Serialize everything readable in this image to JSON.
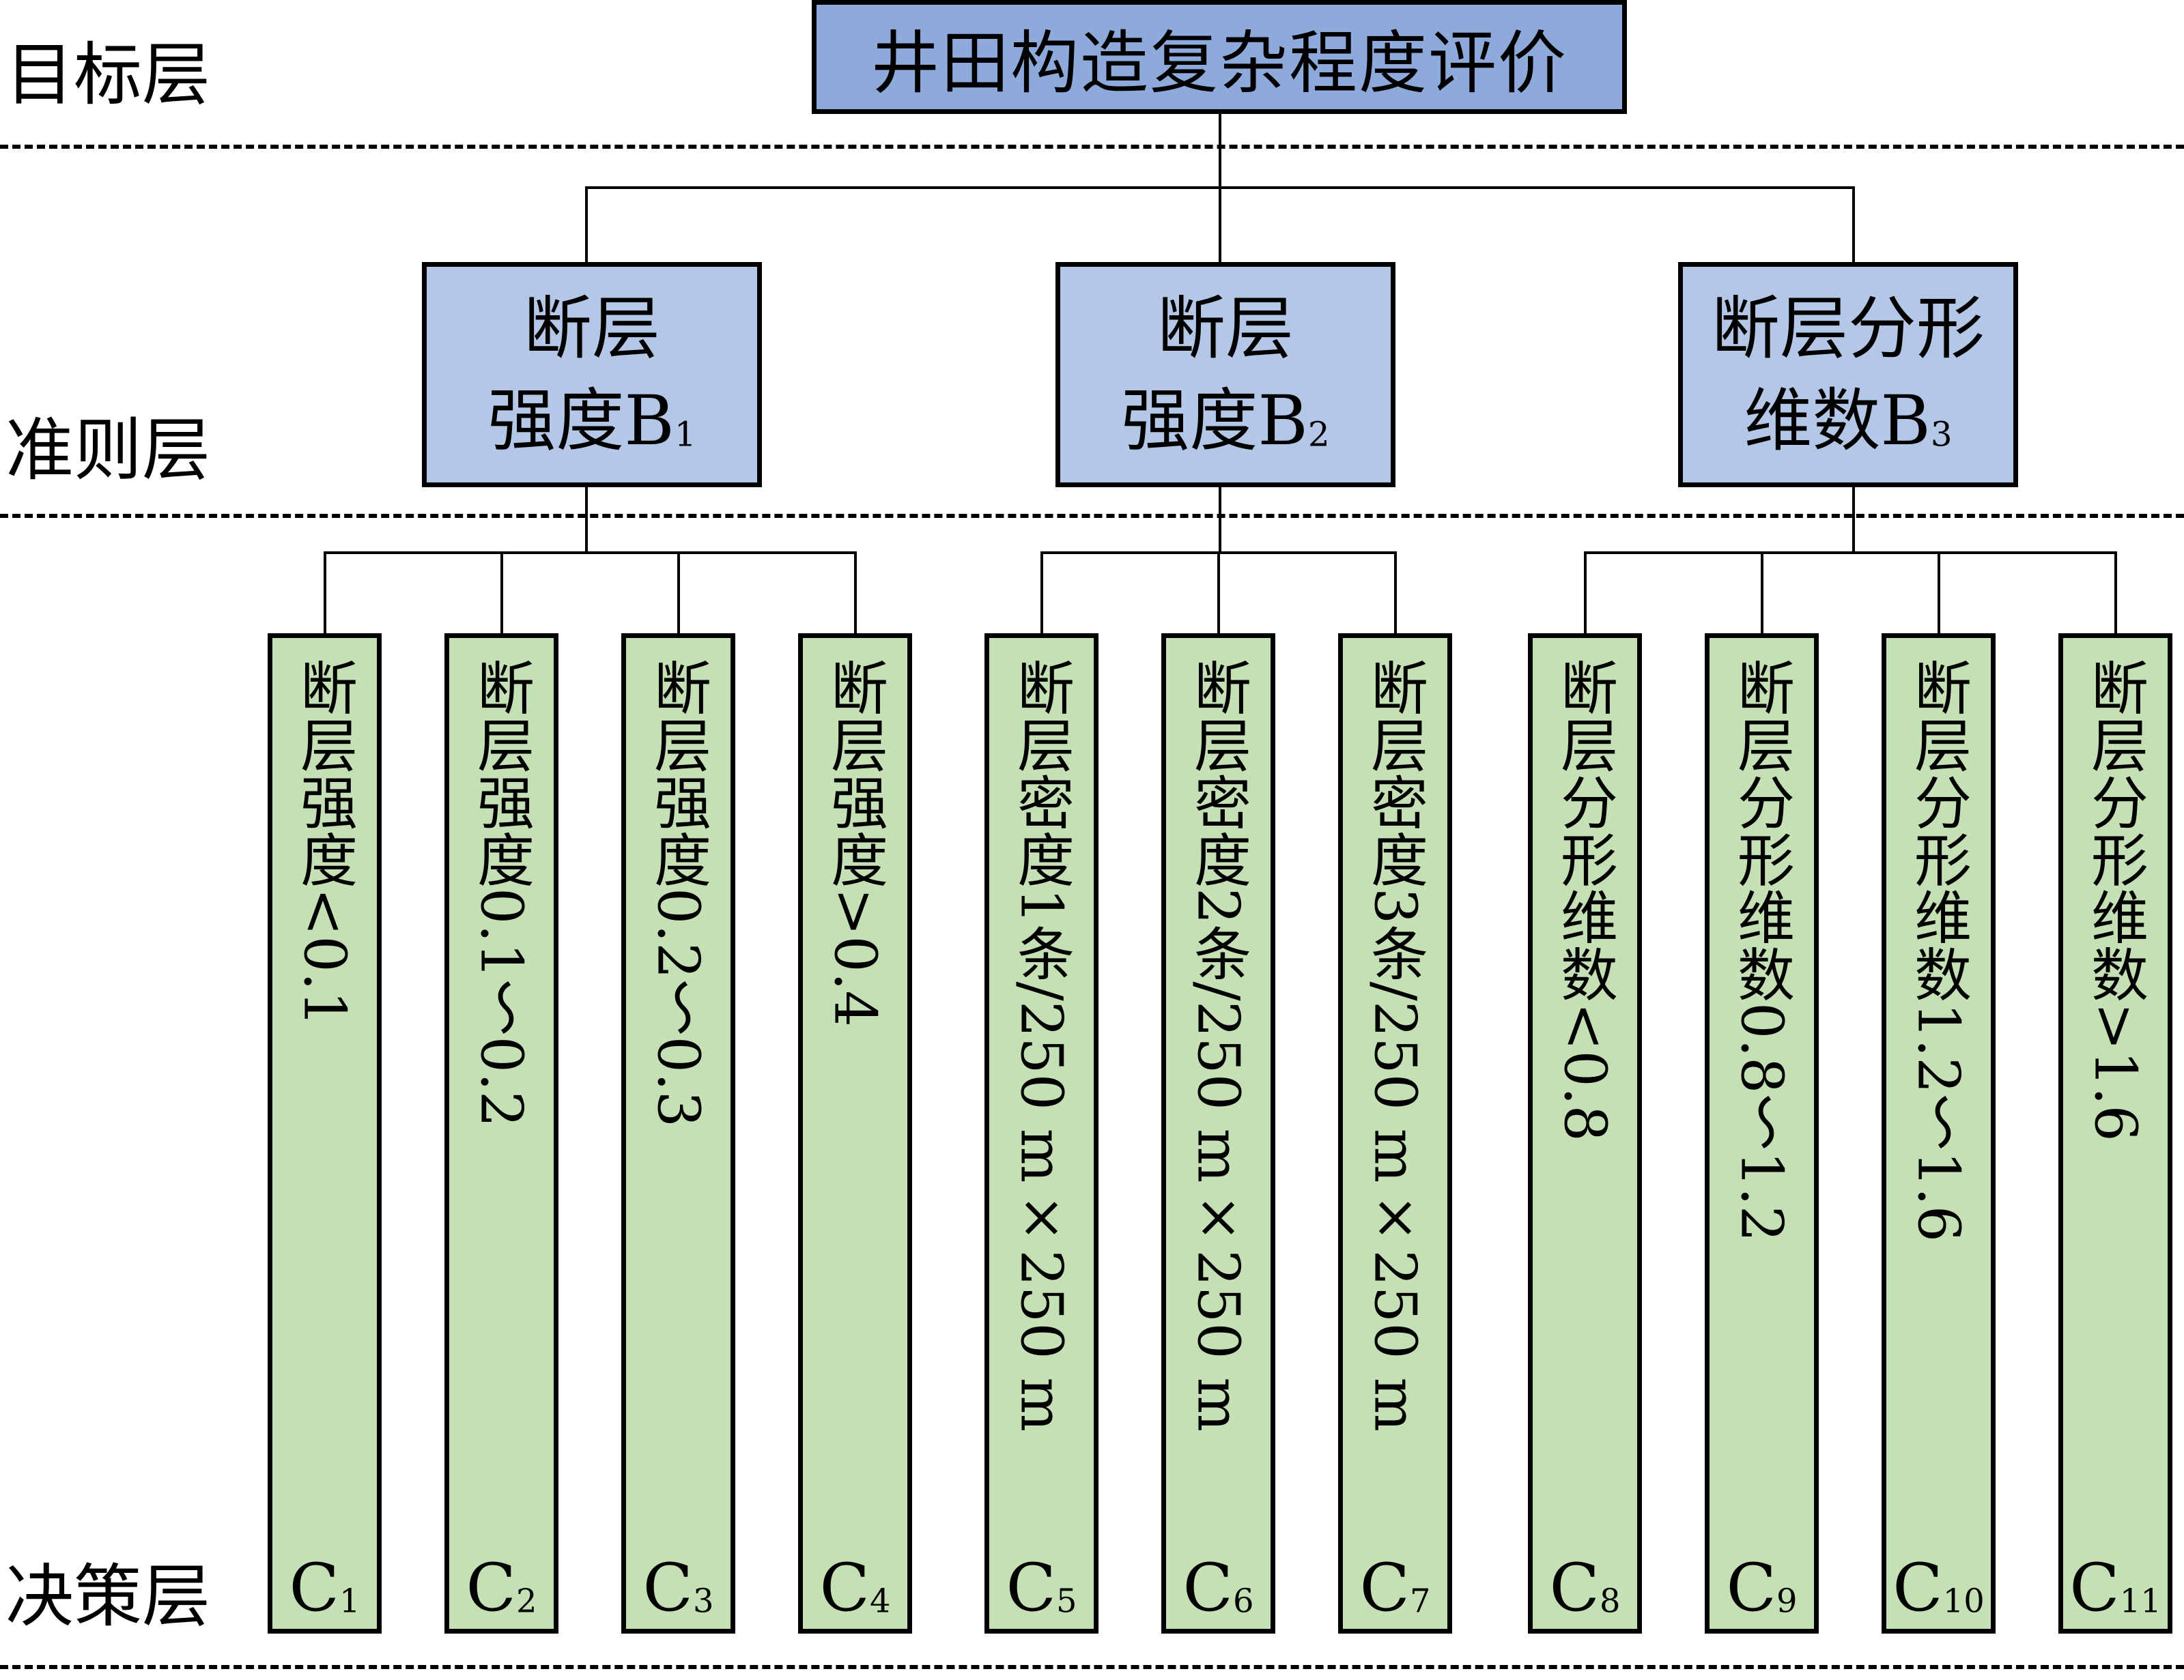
{
  "layers": {
    "goal_label": "目标层",
    "criteria_label": "准则层",
    "decision_label": "决策层"
  },
  "goal": {
    "text": "井田构造复杂程度评价"
  },
  "criteria": [
    {
      "line1": "断层",
      "line2": "强度",
      "code": "B",
      "sub": "1"
    },
    {
      "line1": "断层",
      "line2": "强度",
      "code": "B",
      "sub": "2"
    },
    {
      "line1": "断层分形",
      "line2": "维数",
      "code": "B",
      "sub": "3"
    }
  ],
  "decisions": [
    {
      "text": "断层强度<0.1",
      "code": "C",
      "sub": "1"
    },
    {
      "text": "断层强度0.1～0.2",
      "code": "C",
      "sub": "2"
    },
    {
      "text": "断层强度0.2～0.3",
      "code": "C",
      "sub": "3"
    },
    {
      "text": "断层强度>0.4",
      "code": "C",
      "sub": "4"
    },
    {
      "text": "断层密度1条/250 m×250 m",
      "code": "C",
      "sub": "5"
    },
    {
      "text": "断层密度2条/250 m×250 m",
      "code": "C",
      "sub": "6"
    },
    {
      "text": "断层密度3条/250 m×250 m",
      "code": "C",
      "sub": "7"
    },
    {
      "text": "断层分形维数<0.8",
      "code": "C",
      "sub": "8"
    },
    {
      "text": "断层分形维数0.8～1.2",
      "code": "C",
      "sub": "9"
    },
    {
      "text": "断层分形维数1.2～1.6",
      "code": "C",
      "sub": "10"
    },
    {
      "text": "断层分形维数>1.6",
      "code": "C",
      "sub": "11"
    }
  ],
  "colors": {
    "goal_fill": "#8eaadb",
    "criteria_fill": "#b4c7e7",
    "decision_fill": "#c5e0b4"
  }
}
